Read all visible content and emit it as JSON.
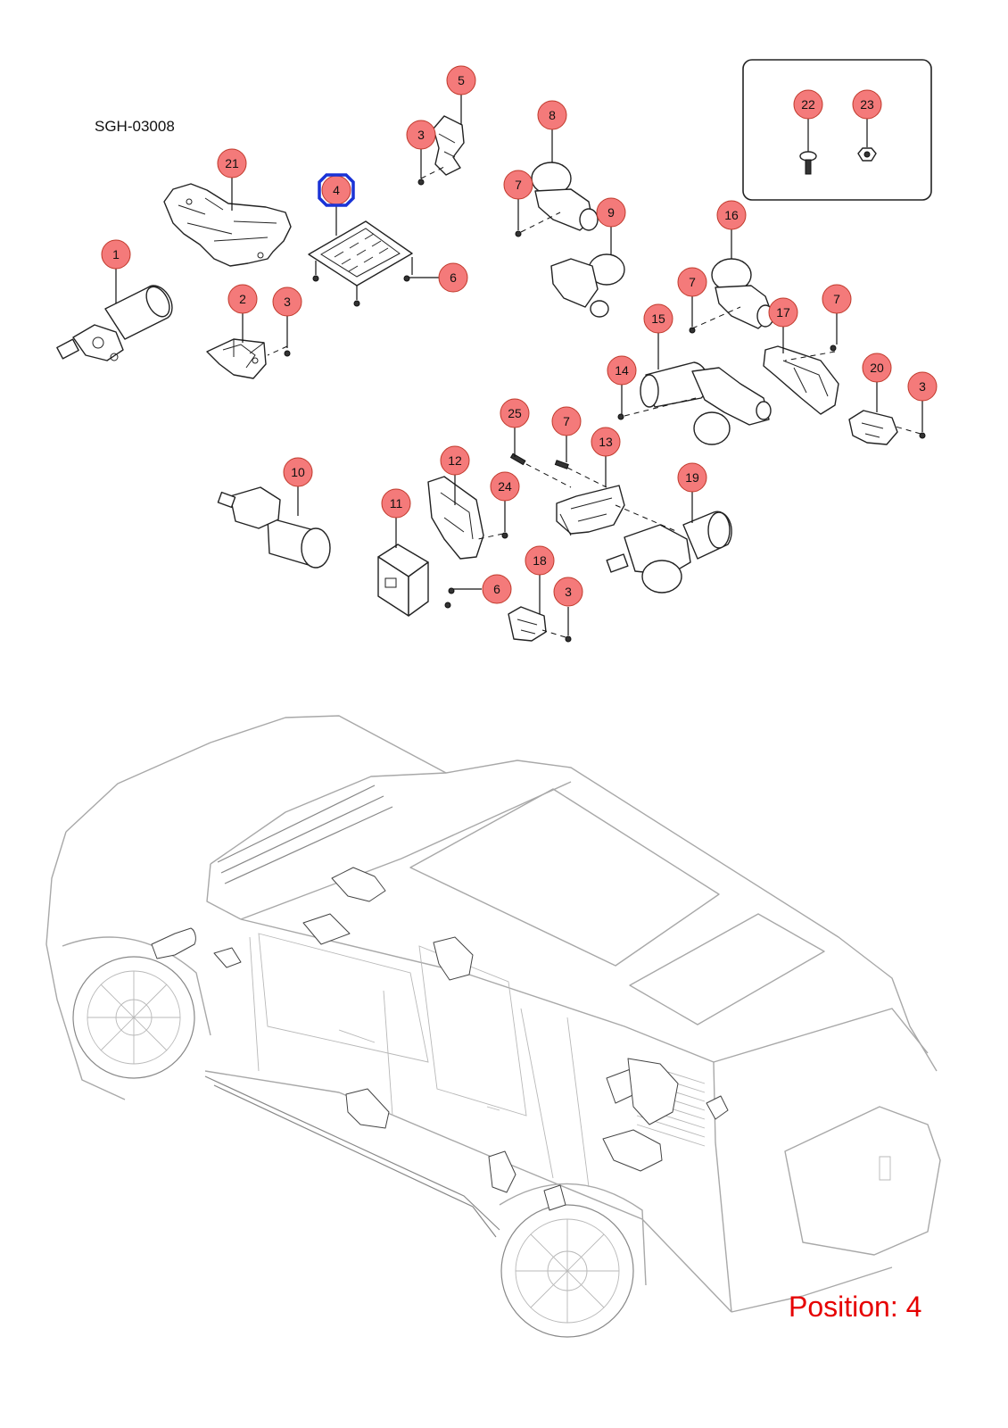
{
  "ref_code": "SGH-03008",
  "position_label": "Position: 4",
  "highlighted_callout": "4",
  "colors": {
    "callout_fill": "#f47a7a",
    "highlight_stroke": "#1a33d6",
    "position_text": "#e60000"
  },
  "callouts": [
    {
      "id": "c1",
      "label": "1"
    },
    {
      "id": "c2",
      "label": "2"
    },
    {
      "id": "c3a",
      "label": "3"
    },
    {
      "id": "c3b",
      "label": "3"
    },
    {
      "id": "c3c",
      "label": "3"
    },
    {
      "id": "c3d",
      "label": "3"
    },
    {
      "id": "c4",
      "label": "4"
    },
    {
      "id": "c5",
      "label": "5"
    },
    {
      "id": "c6a",
      "label": "6"
    },
    {
      "id": "c6b",
      "label": "6"
    },
    {
      "id": "c7a",
      "label": "7"
    },
    {
      "id": "c7b",
      "label": "7"
    },
    {
      "id": "c7c",
      "label": "7"
    },
    {
      "id": "c7d",
      "label": "7"
    },
    {
      "id": "c8",
      "label": "8"
    },
    {
      "id": "c9",
      "label": "9"
    },
    {
      "id": "c10",
      "label": "10"
    },
    {
      "id": "c11",
      "label": "11"
    },
    {
      "id": "c12",
      "label": "12"
    },
    {
      "id": "c13",
      "label": "13"
    },
    {
      "id": "c14",
      "label": "14"
    },
    {
      "id": "c15",
      "label": "15"
    },
    {
      "id": "c16",
      "label": "16"
    },
    {
      "id": "c17",
      "label": "17"
    },
    {
      "id": "c18",
      "label": "18"
    },
    {
      "id": "c19",
      "label": "19"
    },
    {
      "id": "c20",
      "label": "20"
    },
    {
      "id": "c21",
      "label": "21"
    },
    {
      "id": "c22",
      "label": "22"
    },
    {
      "id": "c23",
      "label": "23"
    },
    {
      "id": "c24",
      "label": "24"
    },
    {
      "id": "c25",
      "label": "25"
    }
  ]
}
